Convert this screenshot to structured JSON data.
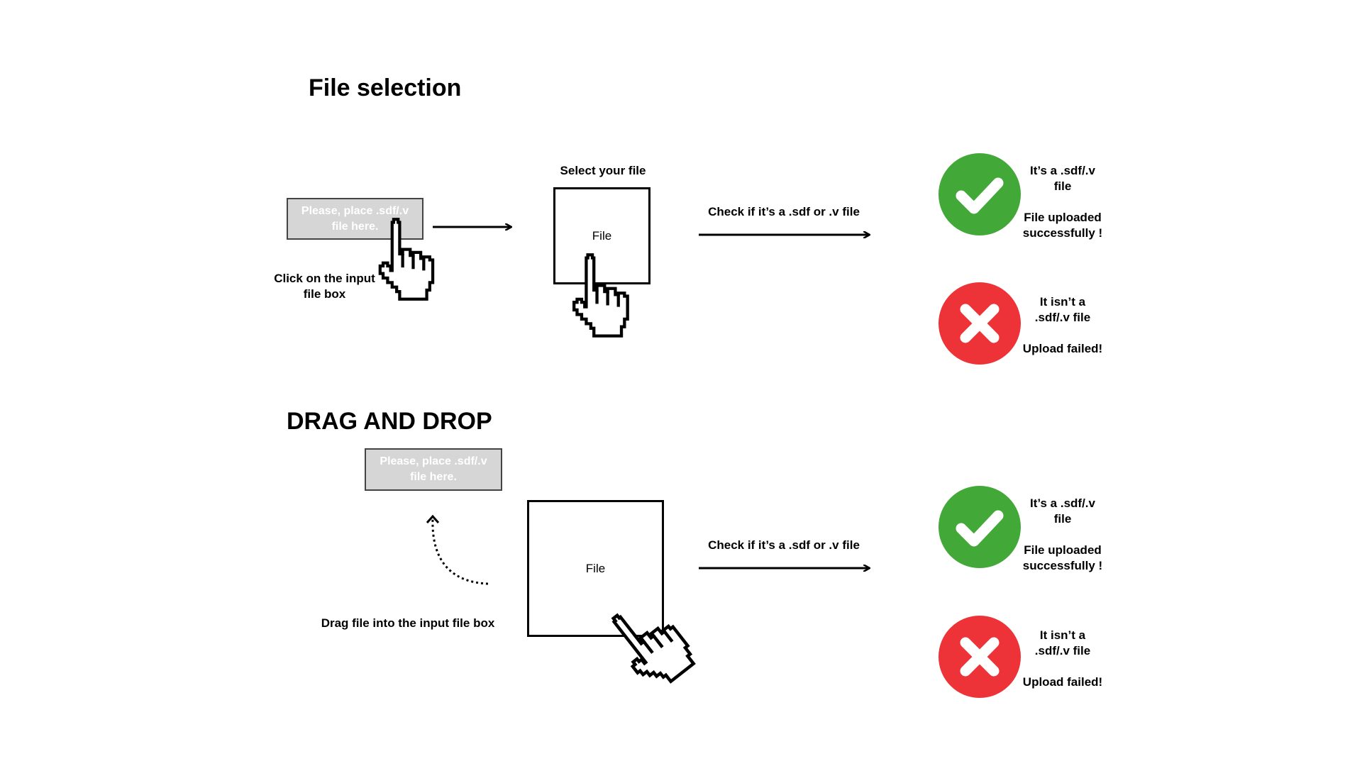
{
  "sections": {
    "file_selection": {
      "title": "File selection",
      "input_placeholder_line1": "Please, place .sdf/.v",
      "input_placeholder_line2": "file here.",
      "click_label_line1": "Click on the input",
      "click_label_line2": "file box",
      "select_label": "Select your file",
      "file_label": "File",
      "check_label": "Check if it’s a .sdf or .v file",
      "success_line1": "It’s a .sdf/.v",
      "success_line2": "file",
      "success_line3": "File uploaded",
      "success_line4": "successfully !",
      "fail_line1": "It isn’t a",
      "fail_line2": ".sdf/.v file",
      "fail_line3": "Upload failed!"
    },
    "drag_and_drop": {
      "title": "DRAG AND DROP",
      "input_placeholder_line1": "Please, place .sdf/.v",
      "input_placeholder_line2": "file here.",
      "drag_label": "Drag file into the input file box",
      "file_label": "File",
      "check_label": "Check if it’s a .sdf or .v file",
      "success_line1": "It’s a .sdf/.v",
      "success_line2": "file",
      "success_line3": "File uploaded",
      "success_line4": "successfully !",
      "fail_line1": "It isn’t a",
      "fail_line2": ".sdf/.v file",
      "fail_line3": "Upload failed!"
    }
  },
  "colors": {
    "success": "#42a838",
    "failure": "#ee3338",
    "input_fill": "#d6d6d6"
  },
  "icons": [
    "pointer-hand-icon",
    "arrow-right-icon",
    "checkmark-icon",
    "cross-icon",
    "dotted-curved-arrow-icon"
  ]
}
